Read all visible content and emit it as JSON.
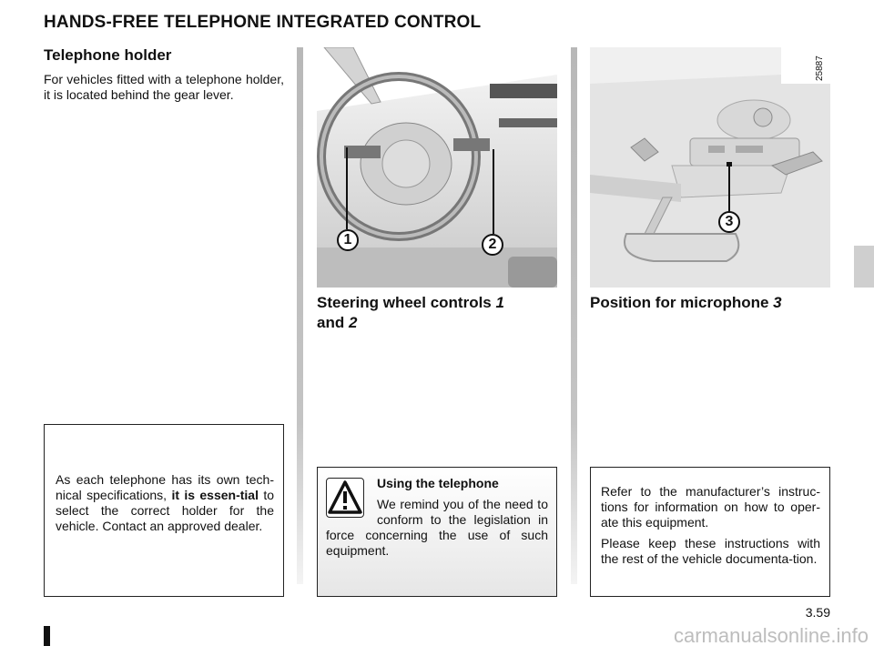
{
  "page": {
    "title": "HANDS-FREE TELEPHONE INTEGRATED CONTROL",
    "page_number": "3.59",
    "watermark": "carmanualsonline.info"
  },
  "left": {
    "heading": "Telephone holder",
    "text": "For vehicles fitted with a telephone holder, it is located behind the gear lever.",
    "note": {
      "part1": "As each telephone has its own tech-nical specifications, ",
      "bold": "it is essen-tial",
      "part2": " to select the correct holder for the vehicle. Contact an approved dealer."
    }
  },
  "middle": {
    "figure": {
      "callouts": [
        "1",
        "2"
      ]
    },
    "caption": {
      "text1": "Steering wheel controls ",
      "ref1": "1",
      "text2": "and ",
      "ref2": "2"
    },
    "warning": {
      "title": "Using the telephone",
      "text": "We remind you of the need to conform to the legislation in force concerning the use of such equipment.",
      "icon": "warning-triangle-icon"
    }
  },
  "right": {
    "figure": {
      "ref_code": "25887",
      "callouts": [
        "3"
      ]
    },
    "caption": {
      "text": "Position for microphone ",
      "ref": "3"
    },
    "note": {
      "p1": "Refer to the manufacturer’s instruc-tions for information on how to oper-ate this equipment.",
      "p2": "Please keep these instructions with the rest of the vehicle documenta-tion."
    }
  }
}
